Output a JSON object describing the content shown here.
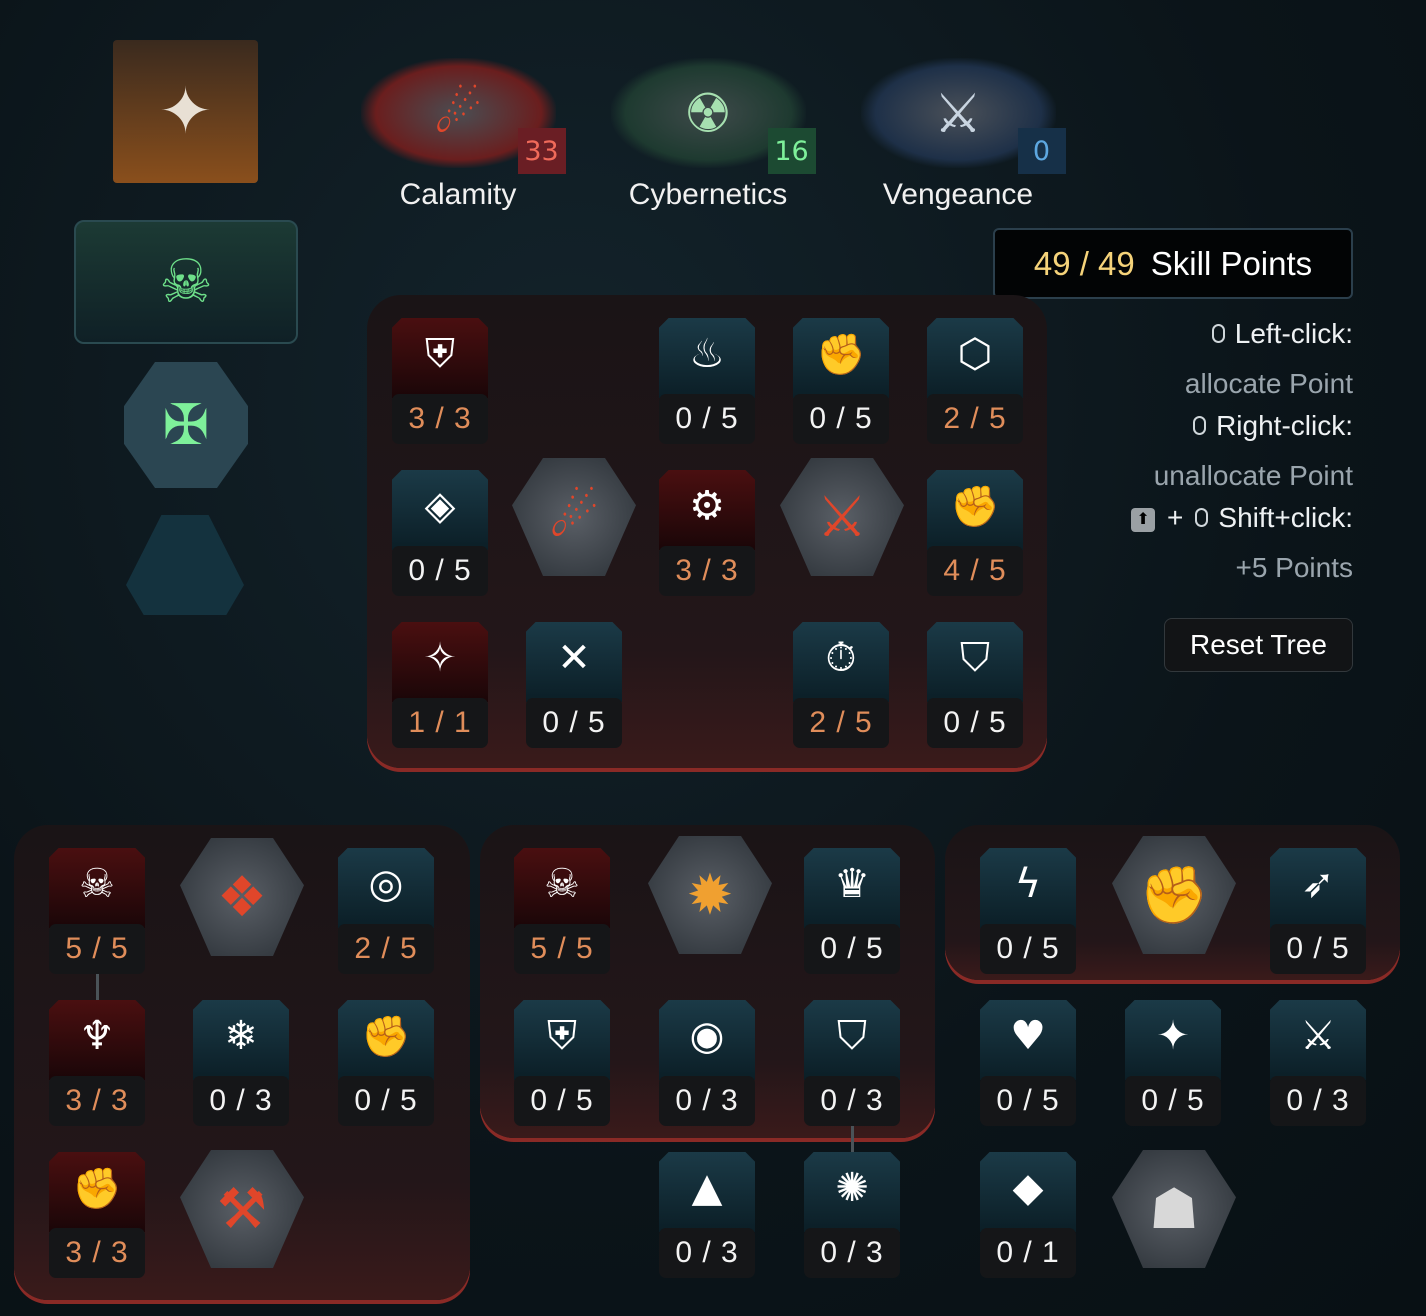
{
  "class_emblem_icon": "crosshair-star-icon",
  "tabs": [
    {
      "name": "Calamity",
      "points": "33",
      "color": "#6a1e24",
      "accent": "#e0462a"
    },
    {
      "name": "Cybernetics",
      "points": "16",
      "color": "#1c4a32",
      "accent": "#6ee08a"
    },
    {
      "name": "Vengeance",
      "points": "0",
      "color": "#163048",
      "accent": "#5da7e0"
    }
  ],
  "skill_points": {
    "current": "49 / 49",
    "label": "Skill Points"
  },
  "help": {
    "left_click": "Left-click:",
    "left_click_desc": "allocate Point",
    "right_click": "Right-click:",
    "right_click_desc": "unallocate Point",
    "shift_plus": "+",
    "shift_click": "Shift+click:",
    "shift_click_desc": "+5 Points"
  },
  "reset_label": "Reset Tree",
  "main_tree": [
    {
      "label": "3 / 3",
      "icon": "winged-shield-icon",
      "allocated": true,
      "maxed": true
    },
    {
      "label": "0 / 5",
      "icon": "flame-icon",
      "allocated": false
    },
    {
      "label": "0 / 5",
      "icon": "fist-impact-icon",
      "allocated": false
    },
    {
      "label": "2 / 5",
      "icon": "hex-shield-icon",
      "allocated": true
    },
    {
      "label": "0 / 5",
      "icon": "diamond-vortex-icon",
      "allocated": false
    },
    {
      "label": "3 / 3",
      "icon": "gauntlet-icon",
      "allocated": true,
      "maxed": true
    },
    {
      "label": "4 / 5",
      "icon": "burning-fist-icon",
      "allocated": true
    },
    {
      "label": "1 / 1",
      "icon": "halo-star-icon",
      "allocated": true,
      "maxed": true
    },
    {
      "label": "0 / 5",
      "icon": "crossed-diamond-icon",
      "allocated": false
    },
    {
      "label": "2 / 5",
      "icon": "flaming-clock-icon",
      "allocated": true
    },
    {
      "label": "0 / 5",
      "icon": "fist-shield-icon",
      "allocated": false
    }
  ],
  "left_tree": [
    {
      "label": "5 / 5",
      "icon": "demon-face-icon",
      "allocated": true,
      "maxed": true
    },
    {
      "label": "2 / 5",
      "icon": "fanged-ring-icon",
      "allocated": true
    },
    {
      "label": "3 / 3",
      "icon": "horned-demon-icon",
      "allocated": true,
      "maxed": true
    },
    {
      "label": "0 / 3",
      "icon": "snowflake-shield-icon",
      "allocated": false
    },
    {
      "label": "0 / 5",
      "icon": "burning-fist-icon",
      "allocated": false
    },
    {
      "label": "3 / 3",
      "icon": "raised-fist-icon",
      "allocated": true,
      "maxed": true
    }
  ],
  "mid_tree": [
    {
      "label": "5 / 5",
      "icon": "skull-icon",
      "allocated": true,
      "maxed": true
    },
    {
      "label": "0 / 5",
      "icon": "crowned-shield-icon",
      "allocated": false
    },
    {
      "label": "0 / 5",
      "icon": "fist-crest-icon",
      "allocated": false
    },
    {
      "label": "0 / 3",
      "icon": "fist-ring-icon",
      "allocated": false
    },
    {
      "label": "0 / 3",
      "icon": "broken-shield-icon",
      "allocated": false
    },
    {
      "label": "0 / 3",
      "icon": "shard-triangle-icon",
      "allocated": false
    },
    {
      "label": "0 / 3",
      "icon": "radiant-shield-icon",
      "allocated": false
    }
  ],
  "right_tree": [
    {
      "label": "0 / 5",
      "icon": "fire-lightning-icon",
      "allocated": false
    },
    {
      "label": "0 / 5",
      "icon": "rocket-icon",
      "allocated": false
    },
    {
      "label": "0 / 5",
      "icon": "fist-heart-icon",
      "allocated": false
    },
    {
      "label": "0 / 5",
      "icon": "spark-star-icon",
      "allocated": false
    },
    {
      "label": "0 / 3",
      "icon": "shield-blade-icon",
      "allocated": false
    },
    {
      "label": "0 / 1",
      "icon": "fire-diamond-icon",
      "allocated": false
    }
  ]
}
